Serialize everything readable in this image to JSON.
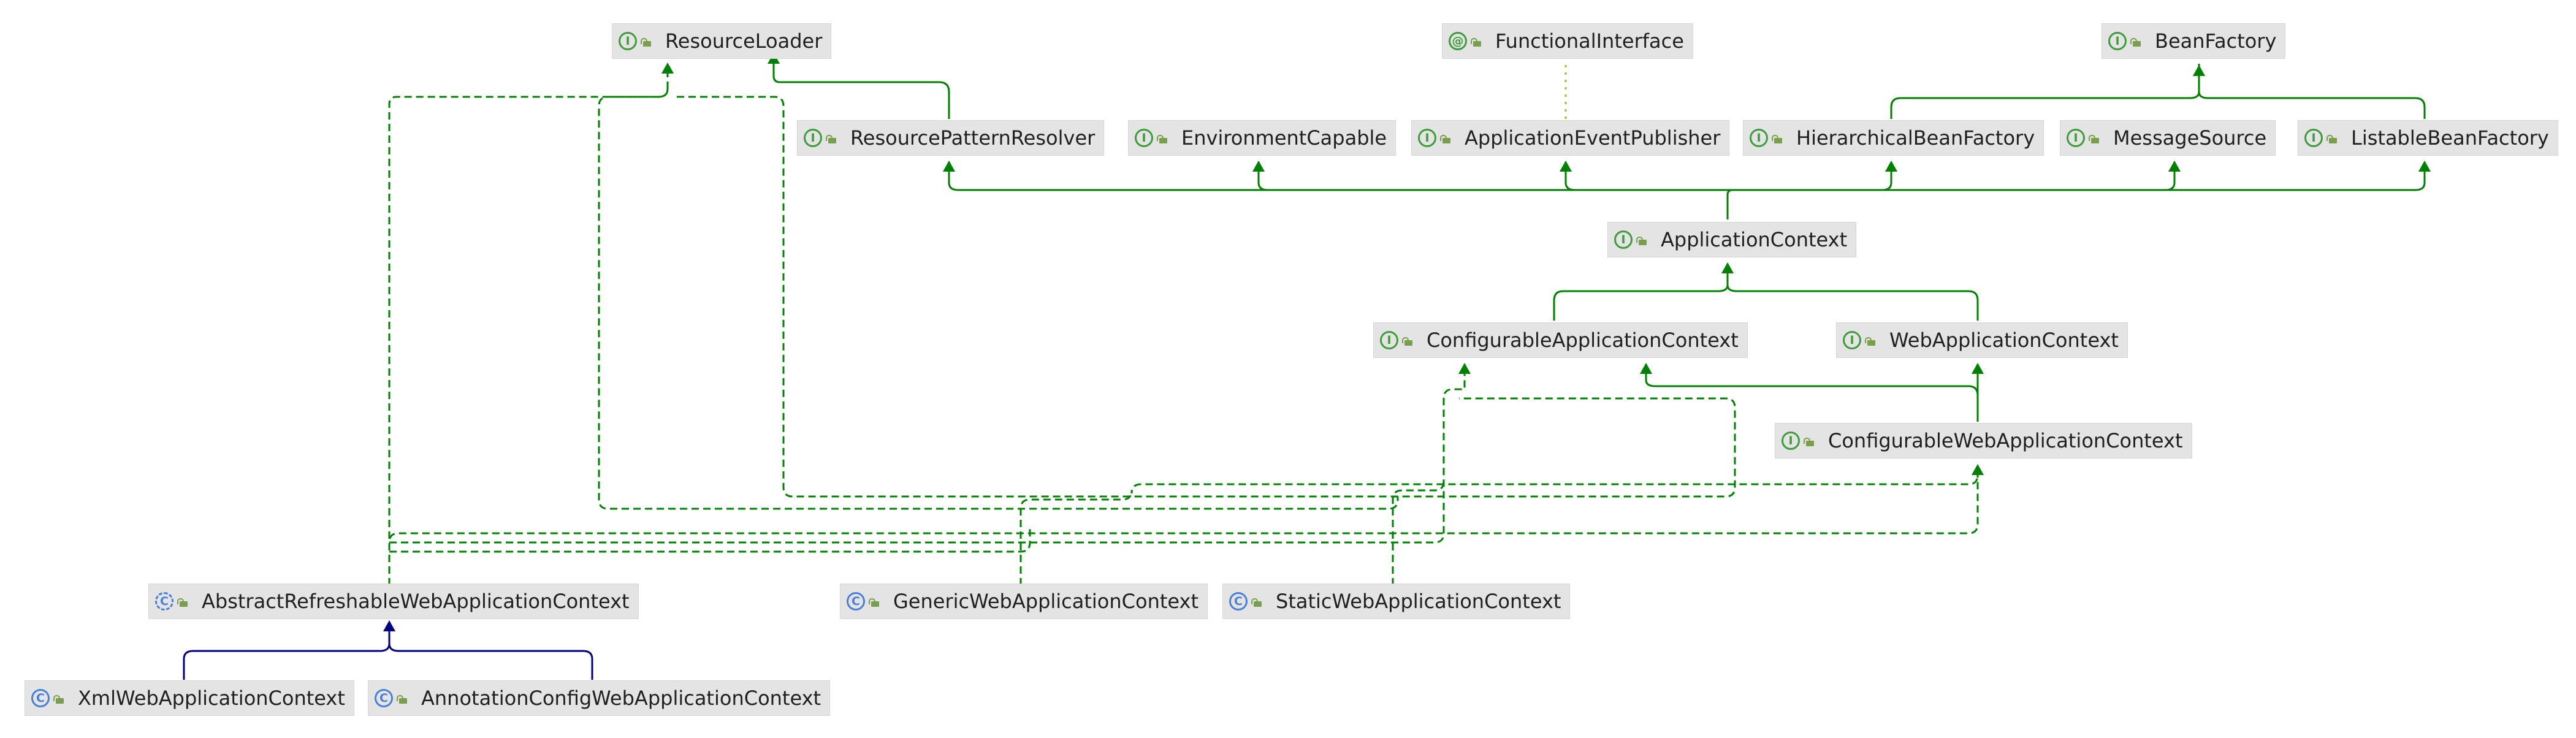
{
  "diagram": {
    "nodes": [
      {
        "id": "resource-loader",
        "label": "ResourceLoader",
        "kind": "interface",
        "icon": "I"
      },
      {
        "id": "functional-interface",
        "label": "FunctionalInterface",
        "kind": "annotation",
        "icon": "@"
      },
      {
        "id": "bean-factory",
        "label": "BeanFactory",
        "kind": "interface",
        "icon": "I"
      },
      {
        "id": "resource-pattern-resolver",
        "label": "ResourcePatternResolver",
        "kind": "interface",
        "icon": "I"
      },
      {
        "id": "environment-capable",
        "label": "EnvironmentCapable",
        "kind": "interface",
        "icon": "I"
      },
      {
        "id": "application-event-publisher",
        "label": "ApplicationEventPublisher",
        "kind": "interface",
        "icon": "I"
      },
      {
        "id": "hierarchical-bean-factory",
        "label": "HierarchicalBeanFactory",
        "kind": "interface",
        "icon": "I"
      },
      {
        "id": "message-source",
        "label": "MessageSource",
        "kind": "interface",
        "icon": "I"
      },
      {
        "id": "listable-bean-factory",
        "label": "ListableBeanFactory",
        "kind": "interface",
        "icon": "I"
      },
      {
        "id": "application-context",
        "label": "ApplicationContext",
        "kind": "interface",
        "icon": "I"
      },
      {
        "id": "configurable-application-context",
        "label": "ConfigurableApplicationContext",
        "kind": "interface",
        "icon": "I"
      },
      {
        "id": "web-application-context",
        "label": "WebApplicationContext",
        "kind": "interface",
        "icon": "I"
      },
      {
        "id": "configurable-web-application-context",
        "label": "ConfigurableWebApplicationContext",
        "kind": "interface",
        "icon": "I"
      },
      {
        "id": "abstract-refreshable-web-application-context",
        "label": "AbstractRefreshableWebApplicationContext",
        "kind": "abstract",
        "icon": "C"
      },
      {
        "id": "generic-web-application-context",
        "label": "GenericWebApplicationContext",
        "kind": "class",
        "icon": "C"
      },
      {
        "id": "static-web-application-context",
        "label": "StaticWebApplicationContext",
        "kind": "class",
        "icon": "C"
      },
      {
        "id": "xml-web-application-context",
        "label": "XmlWebApplicationContext",
        "kind": "class",
        "icon": "C"
      },
      {
        "id": "annotation-config-web-application-context",
        "label": "AnnotationConfigWebApplicationContext",
        "kind": "class",
        "icon": "C"
      }
    ],
    "edges": [
      {
        "from": "resource-pattern-resolver",
        "to": "resource-loader",
        "type": "extends"
      },
      {
        "from": "hierarchical-bean-factory",
        "to": "bean-factory",
        "type": "extends"
      },
      {
        "from": "listable-bean-factory",
        "to": "bean-factory",
        "type": "extends"
      },
      {
        "from": "application-event-publisher",
        "to": "functional-interface",
        "type": "annotated"
      },
      {
        "from": "application-context",
        "to": "resource-pattern-resolver",
        "type": "extends"
      },
      {
        "from": "application-context",
        "to": "environment-capable",
        "type": "extends"
      },
      {
        "from": "application-context",
        "to": "application-event-publisher",
        "type": "extends"
      },
      {
        "from": "application-context",
        "to": "hierarchical-bean-factory",
        "type": "extends"
      },
      {
        "from": "application-context",
        "to": "message-source",
        "type": "extends"
      },
      {
        "from": "application-context",
        "to": "listable-bean-factory",
        "type": "extends"
      },
      {
        "from": "configurable-application-context",
        "to": "application-context",
        "type": "extends"
      },
      {
        "from": "web-application-context",
        "to": "application-context",
        "type": "extends"
      },
      {
        "from": "configurable-web-application-context",
        "to": "configurable-application-context",
        "type": "extends"
      },
      {
        "from": "configurable-web-application-context",
        "to": "web-application-context",
        "type": "extends"
      },
      {
        "from": "xml-web-application-context",
        "to": "abstract-refreshable-web-application-context",
        "type": "class-extends"
      },
      {
        "from": "annotation-config-web-application-context",
        "to": "abstract-refreshable-web-application-context",
        "type": "class-extends"
      },
      {
        "from": "abstract-refreshable-web-application-context",
        "to": "resource-loader",
        "type": "implements"
      },
      {
        "from": "abstract-refreshable-web-application-context",
        "to": "configurable-web-application-context",
        "type": "implements"
      },
      {
        "from": "generic-web-application-context",
        "to": "configurable-web-application-context",
        "type": "implements"
      },
      {
        "from": "static-web-application-context",
        "to": "configurable-application-context",
        "type": "implements"
      }
    ]
  },
  "colors": {
    "interface_edge": "#008000",
    "class_edge": "#000080",
    "node_fill": "#e4e4e4",
    "annotation_edge": "#9bbf3c"
  }
}
